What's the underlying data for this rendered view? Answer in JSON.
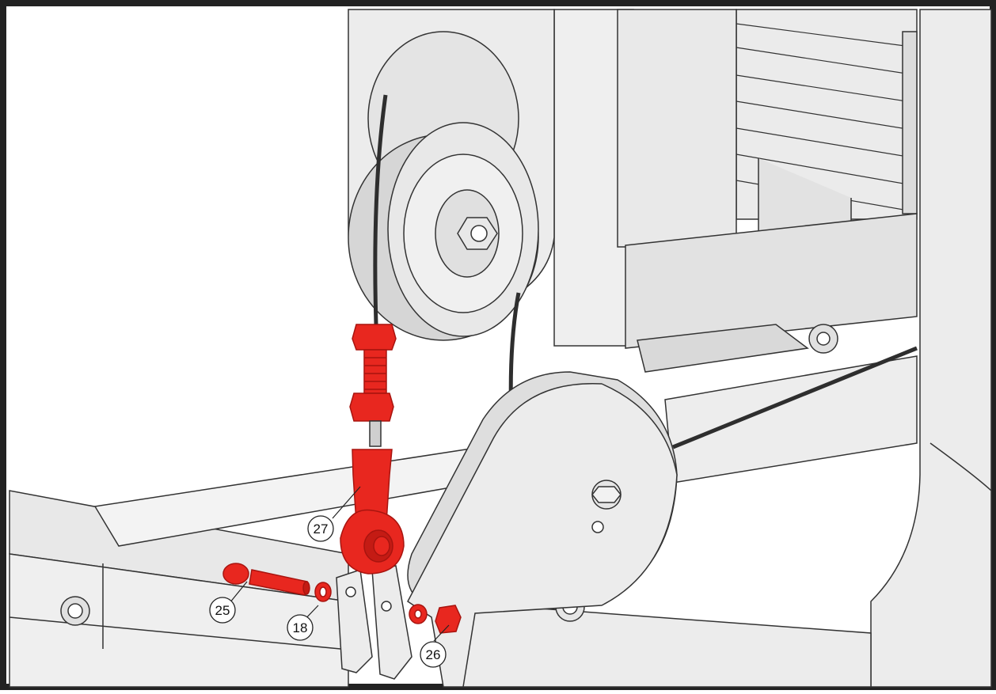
{
  "diagram": {
    "callouts": [
      {
        "id": "c25",
        "label": "25"
      },
      {
        "id": "c18",
        "label": "18"
      },
      {
        "id": "c27",
        "label": "27"
      },
      {
        "id": "c26",
        "label": "26"
      }
    ],
    "colors": {
      "highlight": "#e8271f",
      "highlight_dark": "#a8140f",
      "metal": "#e6e6e6",
      "metal_light": "#f4f4f4",
      "metal_shadow": "#c9c9c9",
      "outline": "#333333",
      "cable": "#2e2e2e",
      "border": "#222222"
    }
  }
}
